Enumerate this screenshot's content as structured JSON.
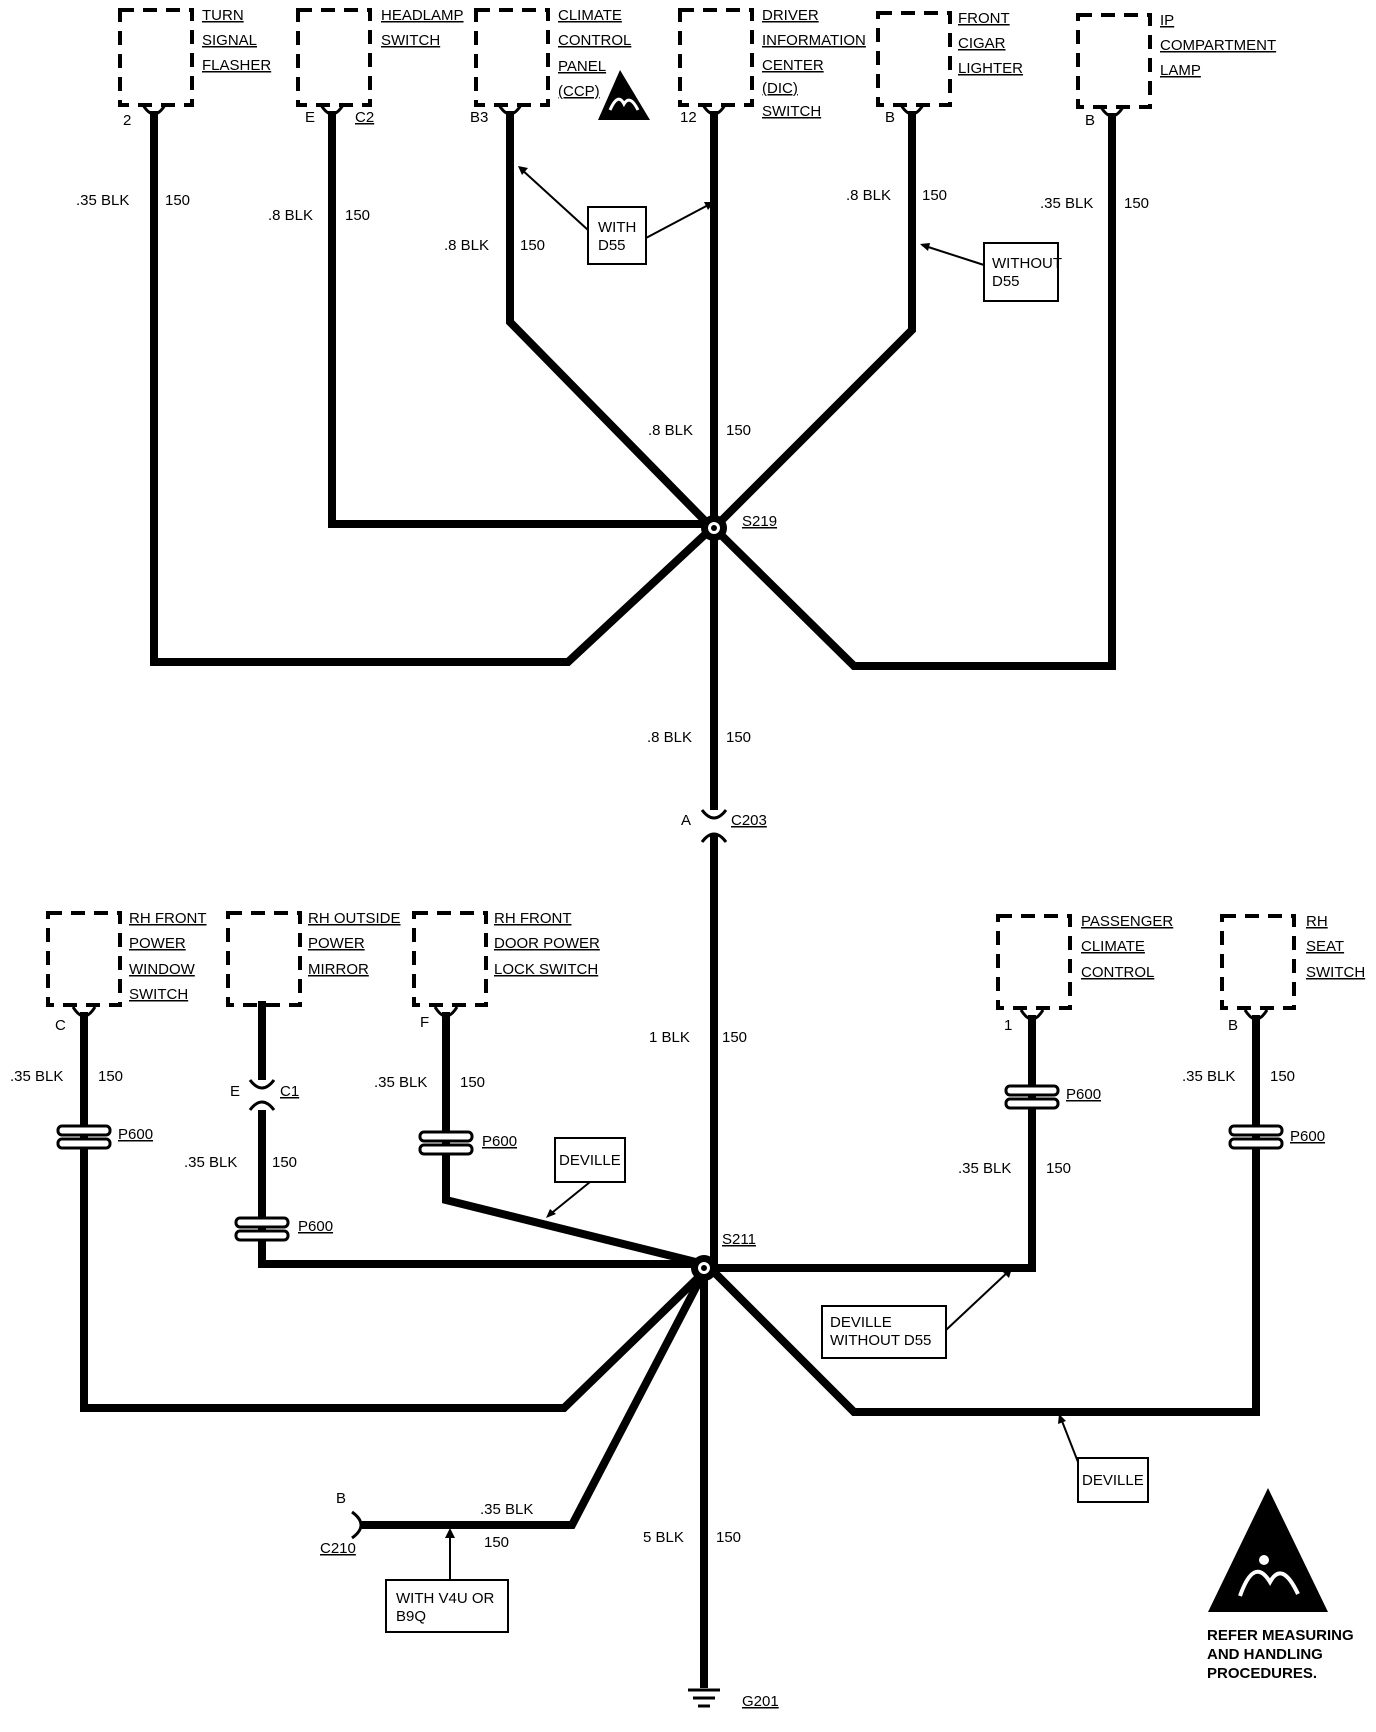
{
  "components": {
    "turn_signal_flasher": [
      "TURN",
      "SIGNAL",
      "FLASHER"
    ],
    "headlamp_switch": [
      "HEADLAMP",
      "SWITCH"
    ],
    "climate_control_panel": [
      "CLIMATE",
      "CONTROL",
      "PANEL",
      "(CCP)"
    ],
    "dic_switch": [
      "DRIVER",
      "INFORMATION",
      "CENTER",
      "(DIC)",
      "SWITCH"
    ],
    "front_cigar_lighter": [
      "FRONT",
      "CIGAR",
      "LIGHTER"
    ],
    "ip_compartment_lamp": [
      "IP",
      "COMPARTMENT",
      "LAMP"
    ],
    "rh_front_power_window_switch": [
      "RH FRONT",
      "POWER",
      "WINDOW",
      "SWITCH"
    ],
    "rh_outside_power_mirror": [
      "RH OUTSIDE",
      "POWER",
      "MIRROR"
    ],
    "rh_front_door_power_lock_switch": [
      "RH FRONT",
      "DOOR POWER",
      "LOCK SWITCH"
    ],
    "passenger_climate_control": [
      "PASSENGER",
      "CLIMATE",
      "CONTROL"
    ],
    "rh_seat_switch": [
      "RH",
      "SEAT",
      "SWITCH"
    ]
  },
  "pins": {
    "tsf": "2",
    "hs_e": "E",
    "hs_c2": "C2",
    "ccp": "B3",
    "dic": "12",
    "fcl": "B",
    "ipl": "B",
    "c203_pin": "A",
    "window": "C",
    "mirror_e": "E",
    "mirror_c1": "C1",
    "lock": "F",
    "pcc": "1",
    "seat": "B",
    "c210_pin": "B"
  },
  "wires": {
    "w035": ".35 BLK",
    "w08": ".8 BLK",
    "w1": "1 BLK",
    "w5": "5 BLK",
    "circuit": "150"
  },
  "splices": {
    "s219": "S219",
    "s211": "S211"
  },
  "connectors": {
    "c203": "C203",
    "c210": "C210",
    "p600": "P600"
  },
  "ground": "G201",
  "notes": {
    "with_d55": [
      "WITH",
      "D55"
    ],
    "without_d55": [
      "WITHOUT",
      "D55"
    ],
    "deville": "DEVILLE",
    "deville_without_d55": [
      "DEVILLE",
      "WITHOUT D55"
    ],
    "with_v4u": [
      "WITH V4U OR",
      "B9Q"
    ]
  },
  "esd_notice": [
    "REFER MEASURING",
    "AND HANDLING",
    "PROCEDURES."
  ]
}
